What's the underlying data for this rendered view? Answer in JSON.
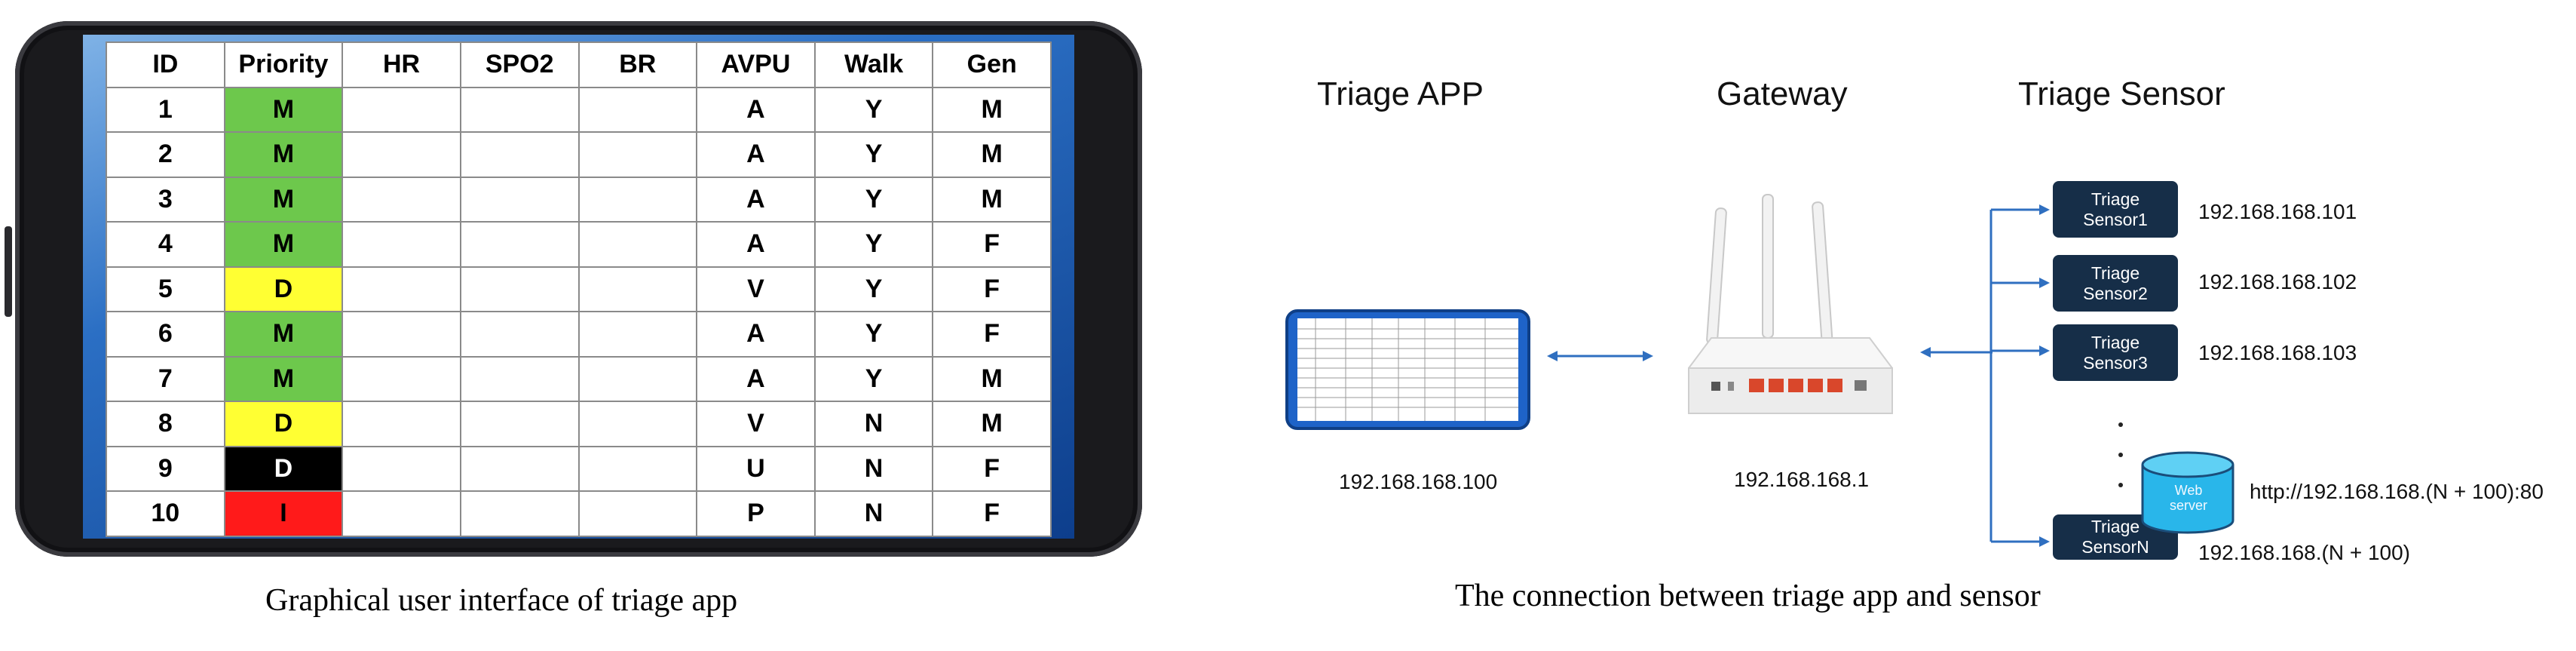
{
  "table": {
    "headers": [
      "ID",
      "Priority",
      "HR",
      "SPO2",
      "BR",
      "AVPU",
      "Walk",
      "Gen"
    ],
    "rows": [
      {
        "id": "1",
        "priority": "M",
        "hr": "",
        "spo2": "",
        "br": "",
        "avpu": "A",
        "walk": "Y",
        "gen": "M",
        "priority_color": "#6dc84c"
      },
      {
        "id": "2",
        "priority": "M",
        "hr": "",
        "spo2": "",
        "br": "",
        "avpu": "A",
        "walk": "Y",
        "gen": "M",
        "priority_color": "#6dc84c"
      },
      {
        "id": "3",
        "priority": "M",
        "hr": "",
        "spo2": "",
        "br": "",
        "avpu": "A",
        "walk": "Y",
        "gen": "M",
        "priority_color": "#6dc84c"
      },
      {
        "id": "4",
        "priority": "M",
        "hr": "",
        "spo2": "",
        "br": "",
        "avpu": "A",
        "walk": "Y",
        "gen": "F",
        "priority_color": "#6dc84c"
      },
      {
        "id": "5",
        "priority": "D",
        "hr": "",
        "spo2": "",
        "br": "",
        "avpu": "V",
        "walk": "Y",
        "gen": "F",
        "priority_color": "#ffff33"
      },
      {
        "id": "6",
        "priority": "M",
        "hr": "",
        "spo2": "",
        "br": "",
        "avpu": "A",
        "walk": "Y",
        "gen": "F",
        "priority_color": "#6dc84c"
      },
      {
        "id": "7",
        "priority": "M",
        "hr": "",
        "spo2": "",
        "br": "",
        "avpu": "A",
        "walk": "Y",
        "gen": "M",
        "priority_color": "#6dc84c"
      },
      {
        "id": "8",
        "priority": "D",
        "hr": "",
        "spo2": "",
        "br": "",
        "avpu": "V",
        "walk": "N",
        "gen": "M",
        "priority_color": "#ffff33"
      },
      {
        "id": "9",
        "priority": "D",
        "hr": "",
        "spo2": "",
        "br": "",
        "avpu": "U",
        "walk": "N",
        "gen": "F",
        "priority_color": "#000000"
      },
      {
        "id": "10",
        "priority": "I",
        "hr": "",
        "spo2": "",
        "br": "",
        "avpu": "P",
        "walk": "N",
        "gen": "F",
        "priority_color": "#ff1a1a"
      }
    ]
  },
  "captions": {
    "left": "Graphical user interface of triage app",
    "right": "The connection between triage app and sensor"
  },
  "diagram": {
    "app_title": "Triage APP",
    "gateway_title": "Gateway",
    "sensor_title": "Triage Sensor",
    "app_ip": "192.168.168.100",
    "gateway_ip": "192.168.168.1",
    "sensors": [
      {
        "label_line1": "Triage",
        "label_line2": "Sensor1",
        "ip": "192.168.168.101"
      },
      {
        "label_line1": "Triage",
        "label_line2": "Sensor2",
        "ip": "192.168.168.102"
      },
      {
        "label_line1": "Triage",
        "label_line2": "Sensor3",
        "ip": "192.168.168.103"
      },
      {
        "label_line1": "Triage",
        "label_line2": "SensorN",
        "ip": "192.168.168.(N + 100)"
      }
    ],
    "web_server_line1": "Web",
    "web_server_line2": "server",
    "web_url": "http://192.168.168.(N + 100):80"
  }
}
